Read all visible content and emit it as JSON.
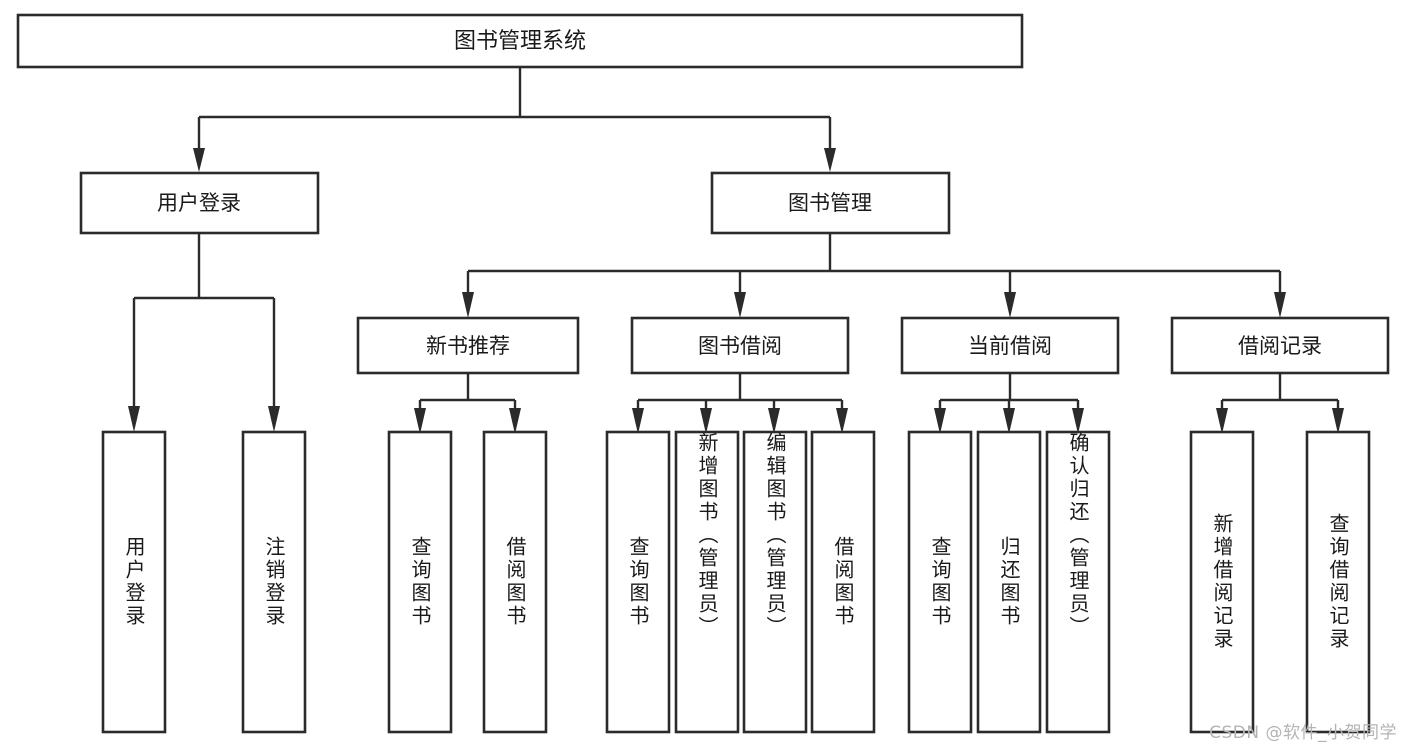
{
  "diagram": {
    "type": "tree",
    "title": "图书管理系统",
    "background_color": "#ffffff",
    "line_color": "#2b2b2b",
    "text_color": "#1a1a1a",
    "levels": 4,
    "root": {
      "label": "图书管理系统"
    },
    "level2": [
      {
        "label": "用户登录"
      },
      {
        "label": "图书管理"
      }
    ],
    "level3": [
      {
        "label": "新书推荐"
      },
      {
        "label": "图书借阅"
      },
      {
        "label": "当前借阅"
      },
      {
        "label": "借阅记录"
      }
    ],
    "leaves": {
      "user_login": [
        {
          "label": "用户登录"
        },
        {
          "label": "注销登录"
        }
      ],
      "new_book_recommend": [
        {
          "label": "查询图书"
        },
        {
          "label": "借阅图书"
        }
      ],
      "book_borrow": [
        {
          "label": "查询图书"
        },
        {
          "label": "新增图书（管理员）"
        },
        {
          "label": "编辑图书（管理员）"
        },
        {
          "label": "借阅图书"
        }
      ],
      "current_borrow": [
        {
          "label": "查询图书"
        },
        {
          "label": "归还图书"
        },
        {
          "label": "确认归还（管理员）"
        }
      ],
      "borrow_record": [
        {
          "label": "新增借阅记录"
        },
        {
          "label": "查询借阅记录"
        }
      ]
    }
  },
  "watermark": {
    "text": "CSDN @软件_小贺同学"
  }
}
